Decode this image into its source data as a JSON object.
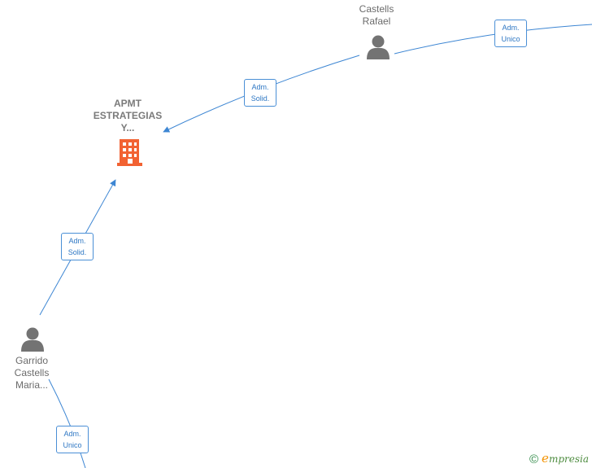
{
  "nodes": {
    "company": {
      "lines": [
        "APMT",
        "ESTRATEGIAS",
        "Y..."
      ],
      "color": "#f26232"
    },
    "castells_rafael": {
      "lines": [
        "Castells",
        "Rafael"
      ]
    },
    "garrido": {
      "lines": [
        "Garrido",
        "Castells",
        "Maria..."
      ]
    }
  },
  "edges": {
    "top_right": {
      "lines": [
        "Adm.",
        "Unico"
      ]
    },
    "rafael_to_company": {
      "lines": [
        "Adm.",
        "Solid."
      ]
    },
    "garrido_to_company": {
      "lines": [
        "Adm.",
        "Solid."
      ]
    },
    "bottom": {
      "lines": [
        "Adm.",
        "Unico"
      ]
    }
  },
  "colors": {
    "edge": "#3d86d3",
    "person": "#737373",
    "company": "#f26232"
  },
  "brand": {
    "copyright": "©",
    "initial": "e",
    "rest": "mpresia"
  }
}
